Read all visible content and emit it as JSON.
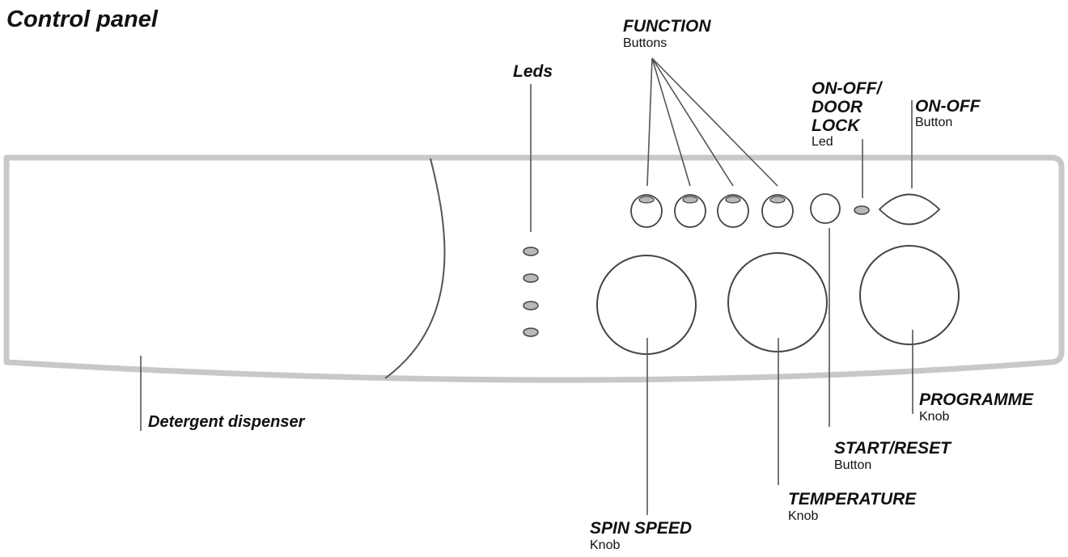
{
  "title": "Control panel",
  "labels": {
    "function": {
      "name": "FUNCTION",
      "kind": "Buttons"
    },
    "leds": {
      "name": "Leds"
    },
    "on_off_door_lock": {
      "line1": "ON-OFF/",
      "line2": "DOOR",
      "line3": "LOCK",
      "kind": "Led"
    },
    "on_off": {
      "name": "ON-OFF",
      "kind": "Button"
    },
    "detergent_dispenser": {
      "name": "Detergent dispenser"
    },
    "programme": {
      "name": "PROGRAMME",
      "kind": "Knob"
    },
    "start_reset": {
      "name": "START/RESET",
      "kind": "Button"
    },
    "temperature": {
      "name": "TEMPERATURE",
      "kind": "Knob"
    },
    "spin_speed": {
      "name": "SPIN SPEED",
      "kind": "Knob"
    }
  },
  "colors": {
    "panel_outline": "#c8c8c8",
    "line": "#555555",
    "led_fill": "#b8b8b8"
  }
}
